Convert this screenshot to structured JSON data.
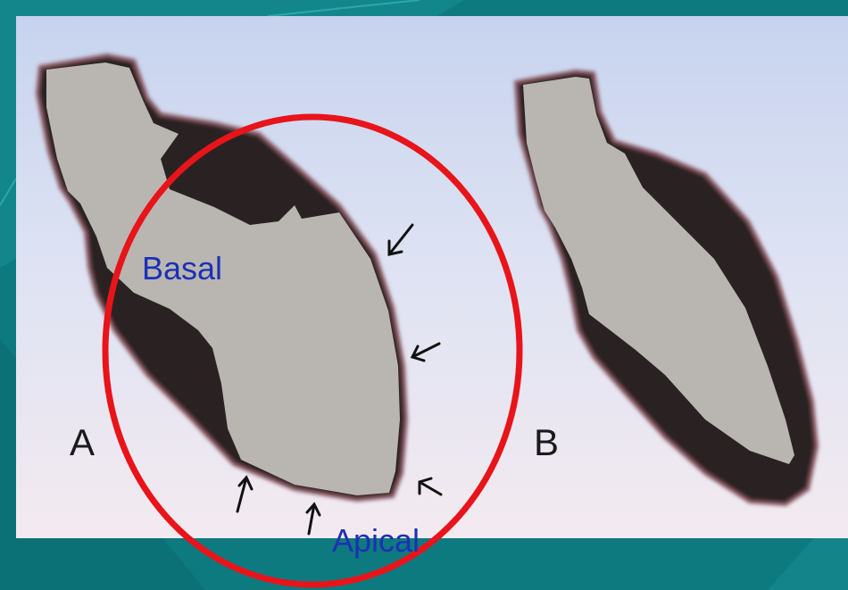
{
  "figure": {
    "label_a": "A",
    "label_b": "B",
    "label_basal": "Basal",
    "label_apical": "Apical"
  },
  "colors": {
    "slide_background": "#0d7a80",
    "panel_top": "#c7d3ee",
    "panel_bottom": "#f3eaf0",
    "myocardium": "#2a2020",
    "myocardium_edge": "#8a5a64",
    "cavity": "#b9b6b2",
    "highlight_circle": "#e8141a",
    "label_text": "#1e30b4"
  },
  "icons": [
    "arrow-icon"
  ]
}
